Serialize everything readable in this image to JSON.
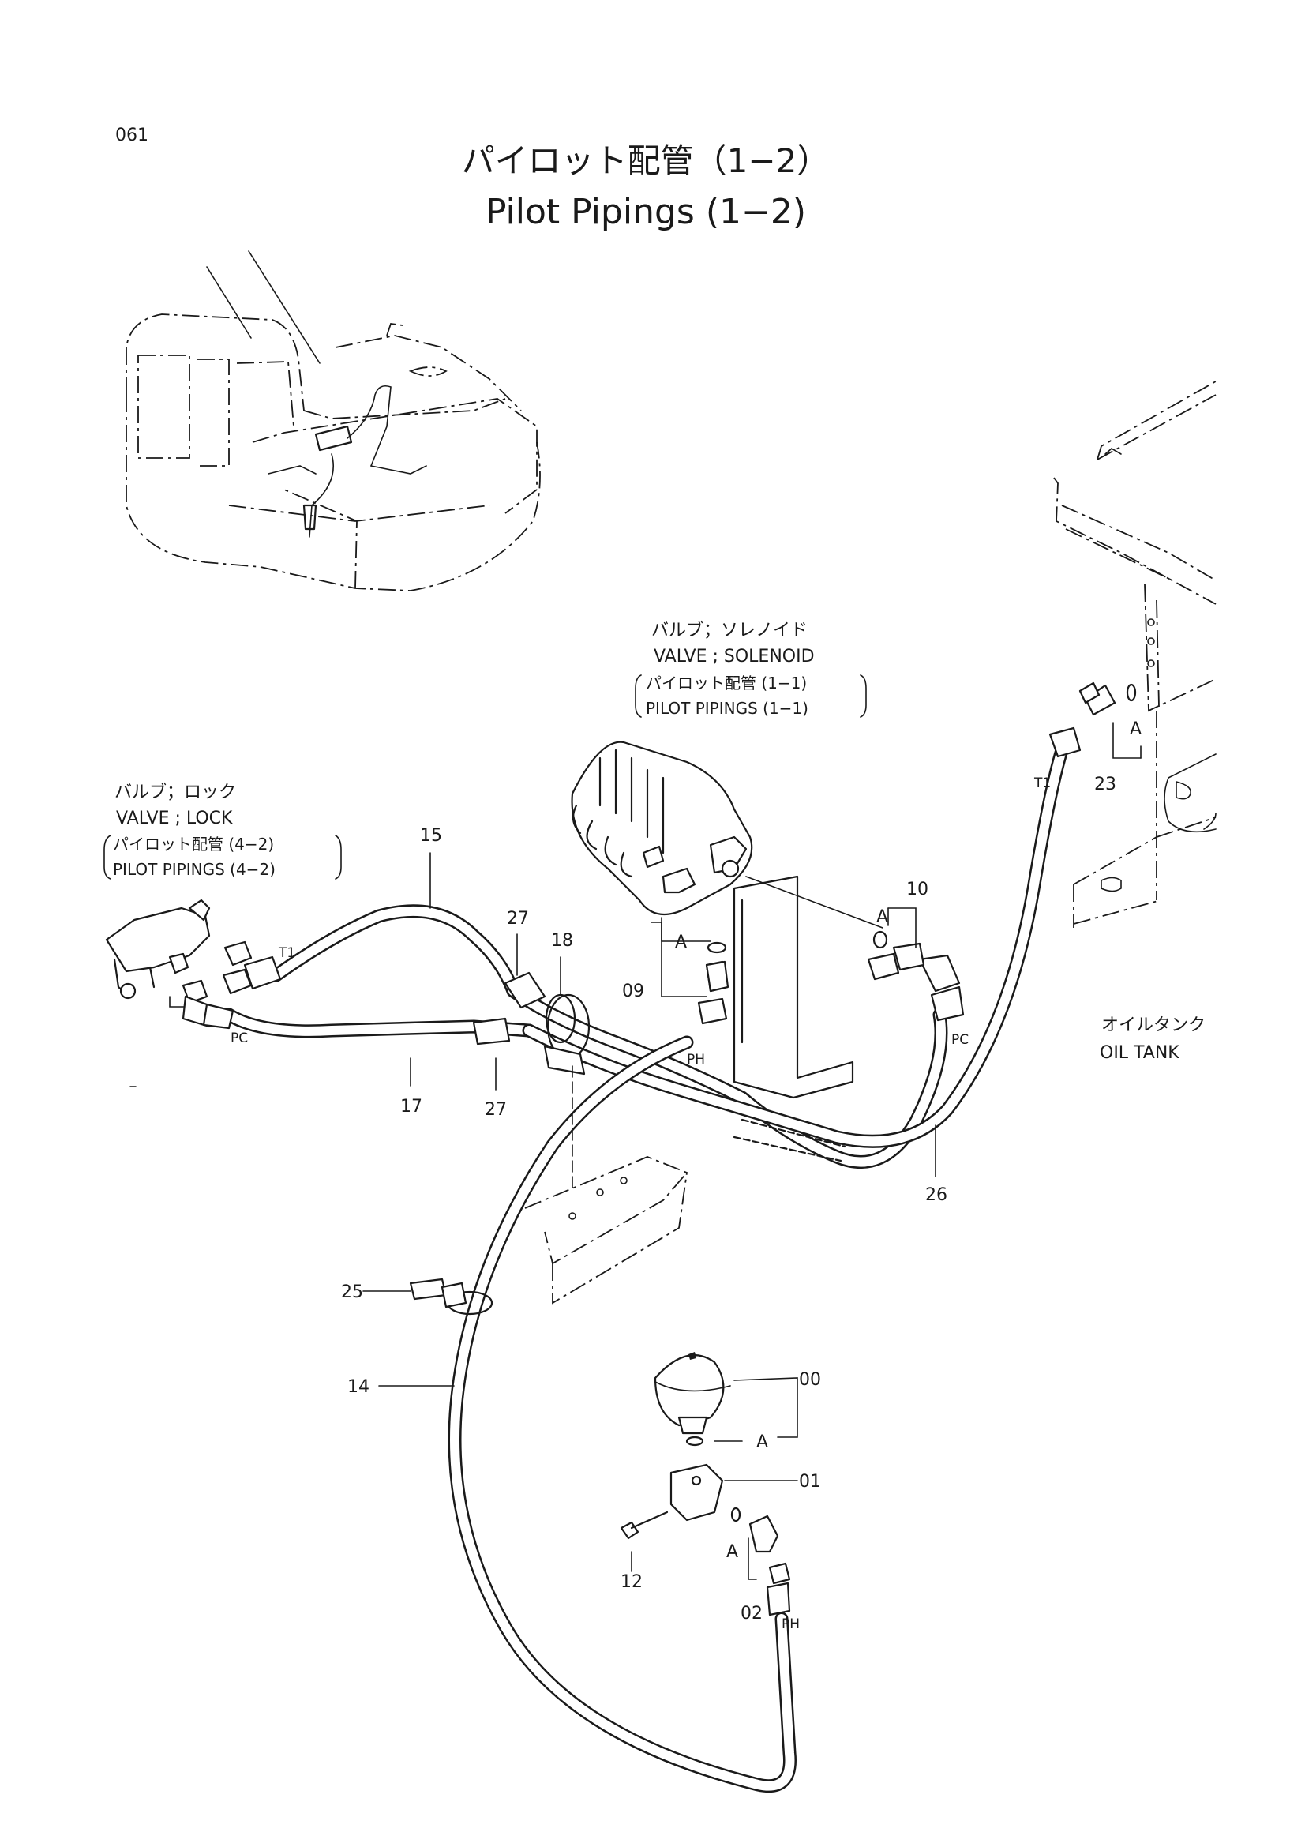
{
  "page_number": "061",
  "title_jp": "パイロット配管（1−2）",
  "title_en": "Pilot Pipings (1−2)",
  "callouts": {
    "solenoid_valve": {
      "jp": "バルブ；ソレノイド",
      "en": "VALVE ; SOLENOID",
      "ref_jp": "パイロット配管 (1−1)",
      "ref_en": "PILOT PIPINGS (1−1)"
    },
    "lock_valve": {
      "jp": "バルブ；ロック",
      "en": "VALVE ; LOCK",
      "ref_jp": "パイロット配管 (4−2)",
      "ref_en": "PILOT PIPINGS (4−2)"
    },
    "oil_tank": {
      "jp": "オイルタンク",
      "en": "OIL TANK"
    }
  },
  "part_numbers": {
    "p00": "00",
    "p01": "01",
    "p02": "02",
    "p09": "09",
    "p10": "10",
    "p12": "12",
    "p14": "14",
    "p15": "15",
    "p17": "17",
    "p18": "18",
    "p23": "23",
    "p25": "25",
    "p26": "26",
    "p27a": "27",
    "p27b": "27"
  },
  "port_labels": {
    "t1_left": "T1",
    "t1_right": "T1",
    "pc_left": "PC",
    "pc_right": "PC",
    "ph_mid": "PH",
    "ph_bottom": "PH"
  },
  "detail_marks": {
    "a_09": "A",
    "a_10": "A",
    "a_23": "A",
    "a_00": "A",
    "a_02": "A"
  }
}
